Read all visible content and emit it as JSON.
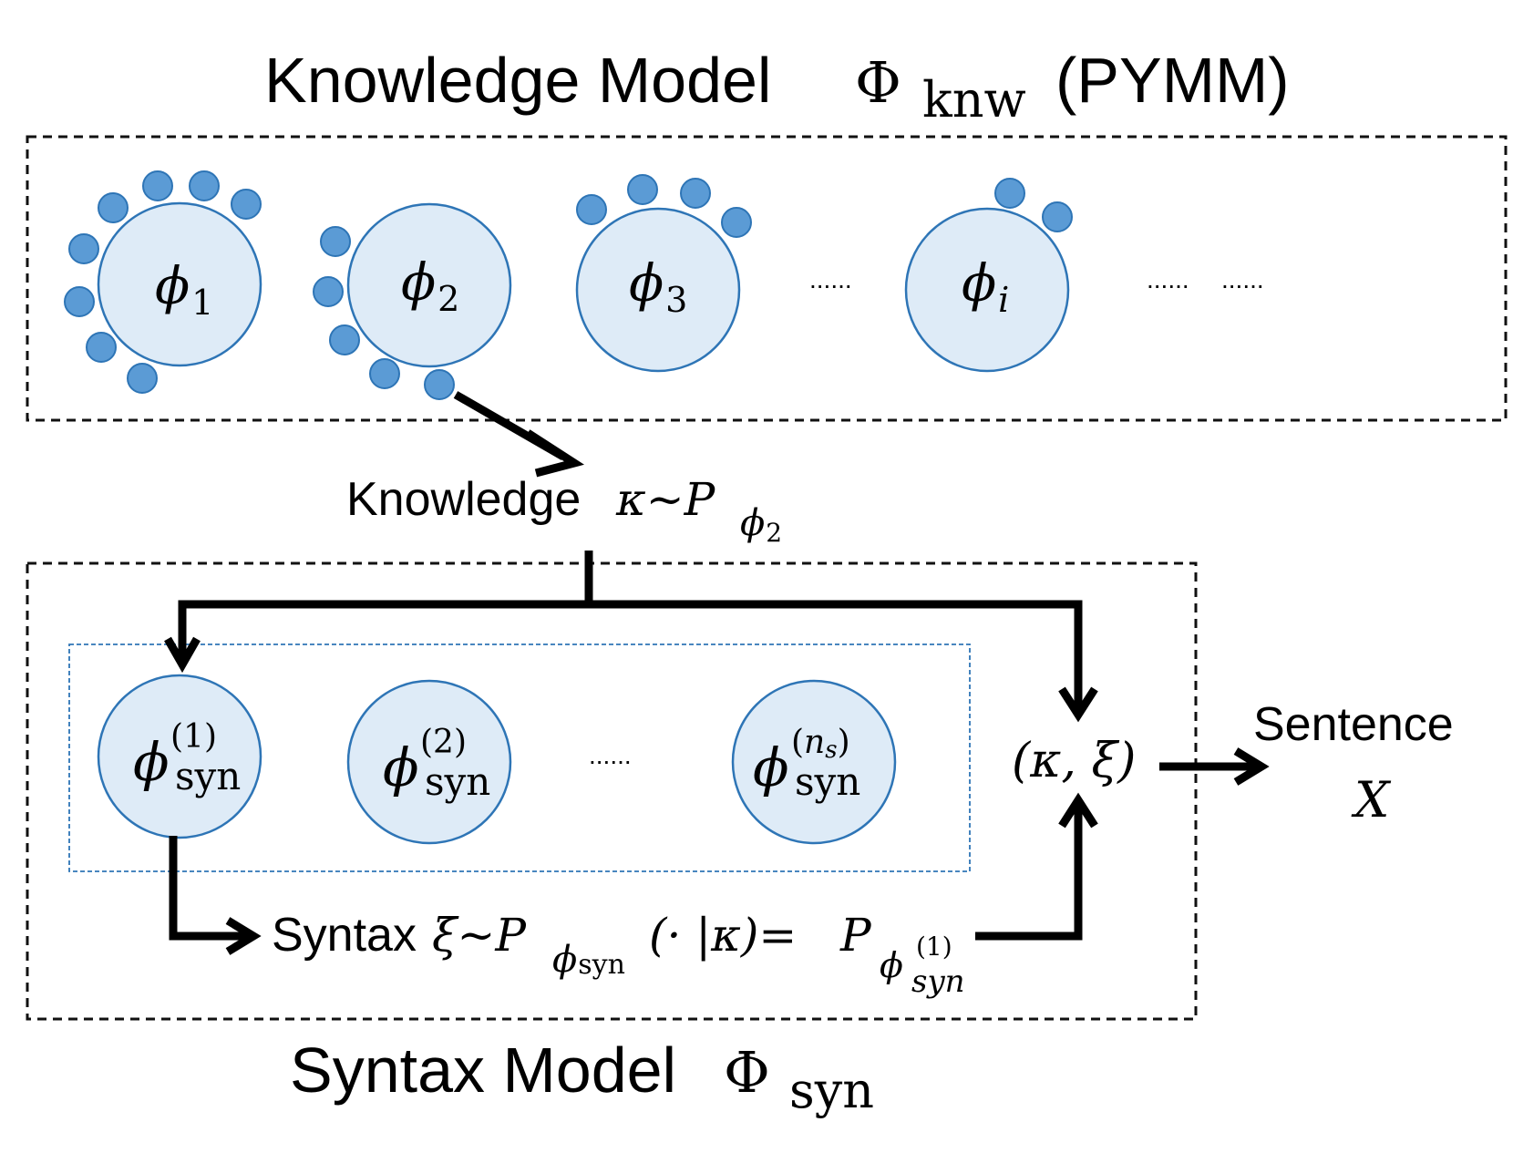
{
  "knowledge_model": {
    "title_text": "Knowledge Model",
    "title_symbol": "Φ",
    "title_sub": "knw",
    "title_paren": "(PYMM)",
    "clusters": [
      {
        "symbol": "ϕ",
        "sub": "1"
      },
      {
        "symbol": "ϕ",
        "sub": "2"
      },
      {
        "symbol": "ϕ",
        "sub": "3"
      },
      {
        "symbol": "ϕ",
        "sub": "i"
      }
    ],
    "ellipsis_1": "......",
    "ellipsis_2": "......",
    "ellipsis_3": "......"
  },
  "knowledge_sample": {
    "word": "Knowledge",
    "expr": "κ~P",
    "sub_symbol": "ϕ",
    "sub_index": "2"
  },
  "syntax_model": {
    "title_text": "Syntax Model",
    "title_symbol": "Φ",
    "title_sub": "syn",
    "components": [
      {
        "symbol": "ϕ",
        "sup": "(1)",
        "sub": "syn"
      },
      {
        "symbol": "ϕ",
        "sup": "(2)",
        "sub": "syn"
      },
      {
        "symbol": "ϕ",
        "sup_open": "(",
        "sup_n": "n",
        "sup_s": "s",
        "sup_close": ")",
        "sub": "syn"
      }
    ],
    "ellipsis": "......"
  },
  "syntax_sample": {
    "word": "Syntax",
    "xi_expr": "ξ~P",
    "sub_symbol": "ϕ",
    "sub_text": "syn",
    "cond": "(· |κ)=",
    "rhs_P": "P",
    "rhs_symbol": "ϕ",
    "rhs_sup": "(1)",
    "rhs_sub": "syn"
  },
  "pair": {
    "text": "(κ, ξ)"
  },
  "output": {
    "line1": "Sentence",
    "line2": "X"
  }
}
